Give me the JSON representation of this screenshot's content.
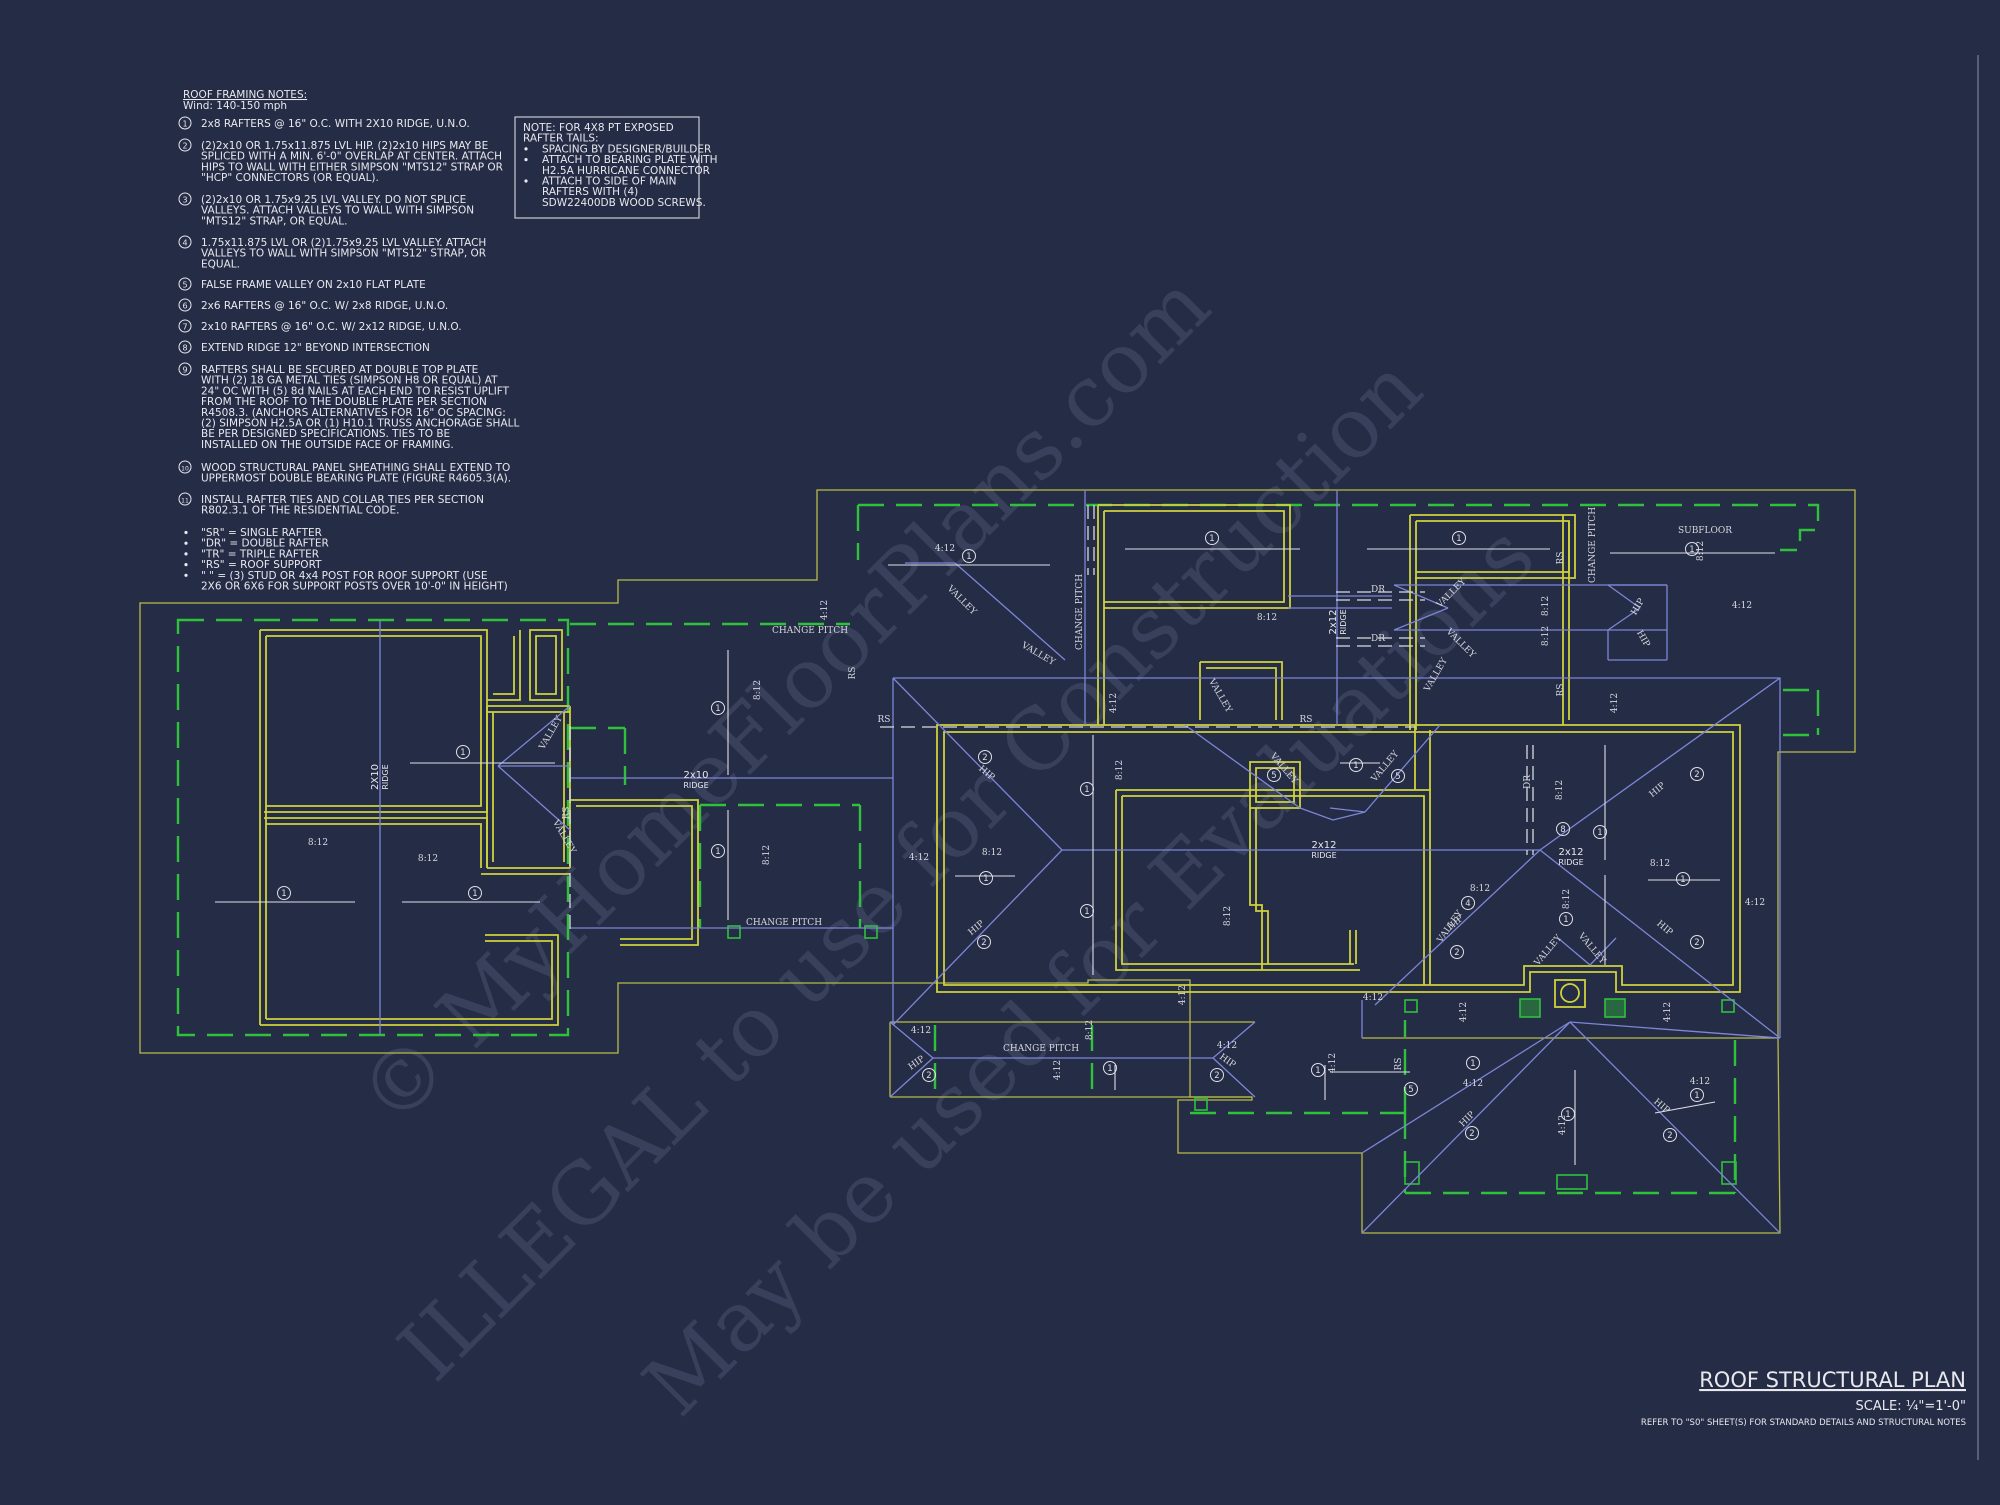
{
  "notes": {
    "title": "ROOF FRAMING NOTES:",
    "wind": "Wind: 140-150 mph",
    "items": [
      {
        "num": "1",
        "lines": [
          "2x8 RAFTERS @ 16\" O.C. WITH 2X10 RIDGE, U.N.O."
        ]
      },
      {
        "num": "2",
        "lines": [
          "(2)2x10 OR 1.75x11.875 LVL HIP.  (2)2x10 HIPS MAY BE",
          "SPLICED WITH A MIN. 6'-0\" OVERLAP AT CENTER. ATTACH",
          "HIPS TO WALL WITH EITHER SIMPSON \"MTS12\" STRAP OR",
          "\"HCP\" CONNECTORS (OR EQUAL)."
        ]
      },
      {
        "num": "3",
        "lines": [
          "(2)2x10 OR 1.75x9.25 LVL VALLEY.  DO NOT SPLICE",
          "VALLEYS.  ATTACH VALLEYS TO WALL WITH  SIMPSON",
          "\"MTS12\" STRAP, OR EQUAL."
        ]
      },
      {
        "num": "4",
        "lines": [
          "1.75x11.875 LVL OR (2)1.75x9.25 LVL VALLEY.  ATTACH",
          "VALLEYS TO WALL WITH SIMPSON \"MTS12\" STRAP, OR",
          "EQUAL."
        ]
      },
      {
        "num": "5",
        "lines": [
          "FALSE FRAME VALLEY ON 2x10 FLAT PLATE"
        ]
      },
      {
        "num": "6",
        "lines": [
          "2x6 RAFTERS @ 16\" O.C. W/ 2x8 RIDGE, U.N.O."
        ]
      },
      {
        "num": "7",
        "lines": [
          "2x10 RAFTERS @ 16\" O.C. W/ 2x12 RIDGE, U.N.O."
        ]
      },
      {
        "num": "8",
        "lines": [
          "EXTEND RIDGE 12\" BEYOND INTERSECTION"
        ]
      },
      {
        "num": "9",
        "lines": [
          "RAFTERS SHALL BE SECURED AT DOUBLE TOP PLATE",
          "WITH (2) 18 GA METAL TIES (SIMPSON H8 OR EQUAL) AT",
          "24\" OC WITH (5) 8d NAILS AT EACH END TO RESIST UPLIFT",
          "FROM THE ROOF TO THE DOUBLE PLATE PER SECTION",
          "R4508.3. (ANCHORS ALTERNATIVES FOR 16\" OC SPACING:",
          "(2) SIMPSON H2.5A OR (1) H10.1 TRUSS ANCHORAGE SHALL",
          "BE PER DESIGNED SPECIFICATIONS. TIES TO BE",
          "INSTALLED ON THE OUTSIDE FACE OF FRAMING."
        ]
      },
      {
        "num": "10",
        "lines": [
          "WOOD STRUCTURAL PANEL SHEATHING SHALL EXTEND TO",
          "UPPERMOST DOUBLE BEARING PLATE (FIGURE R4605.3(A)."
        ]
      },
      {
        "num": "11",
        "lines": [
          "INSTALL RAFTER TIES AND COLLAR TIES PER SECTION",
          "R802.3.1 OF THE  RESIDENTIAL CODE."
        ]
      }
    ],
    "bullets": [
      "\"SR\"  = SINGLE RAFTER",
      "\"DR\" = DOUBLE RAFTER",
      "\"TR\" = TRIPLE RAFTER",
      "\"RS\" = ROOF SUPPORT",
      "\" \" = (3) STUD OR 4x4 POST FOR ROOF SUPPORT (USE",
      "2X6 OR 6X6 FOR SUPPORT POSTS OVER 10'-0\" IN HEIGHT)"
    ]
  },
  "note_box": {
    "lines": [
      "NOTE: FOR 4X8 PT EXPOSED",
      "RAFTER TAILS:"
    ],
    "bullets": [
      [
        "SPACING BY DESIGNER/BUILDER"
      ],
      [
        "ATTACH TO BEARING PLATE WITH",
        "H2.5A HURRICANE CONNECTOR"
      ],
      [
        "ATTACH TO SIDE OF MAIN",
        "RAFTERS WITH (4)",
        "SDW22400DB WOOD SCREWS."
      ]
    ]
  },
  "labels": {
    "change_pitch": "CHANGE PITCH",
    "valley": "VALLEY",
    "hip": "HIP",
    "subfloor": "SUBFLOOR",
    "rs": "RS",
    "dr": "DR",
    "ridge": "RIDGE",
    "ridge_2x10": "2x10",
    "ridge_2x12": "2x12",
    "ridge_2X10": "2X10",
    "pitch_412": "4:12",
    "pitch_812": "8:12"
  },
  "title_block": {
    "title": "ROOF STRUCTURAL PLAN",
    "scale": "SCALE: ¼\"=1'-0\"",
    "refer": "REFER TO \"S0\" SHEET(S) FOR STANDARD DETAILS AND STRUCTURAL NOTES"
  },
  "watermark": {
    "line1": "© MyHomeFloorPlans.com",
    "line2": "ILLEGAL to use for Construction",
    "line3": "May be used for Evaluations"
  },
  "colors": {
    "background": "#252c45",
    "walls": "#cfd13a",
    "overhang": "#b9ba46",
    "green_dash": "#2fc13c",
    "roof_lines": "#7d86d8",
    "text": "#e8e8ee"
  }
}
